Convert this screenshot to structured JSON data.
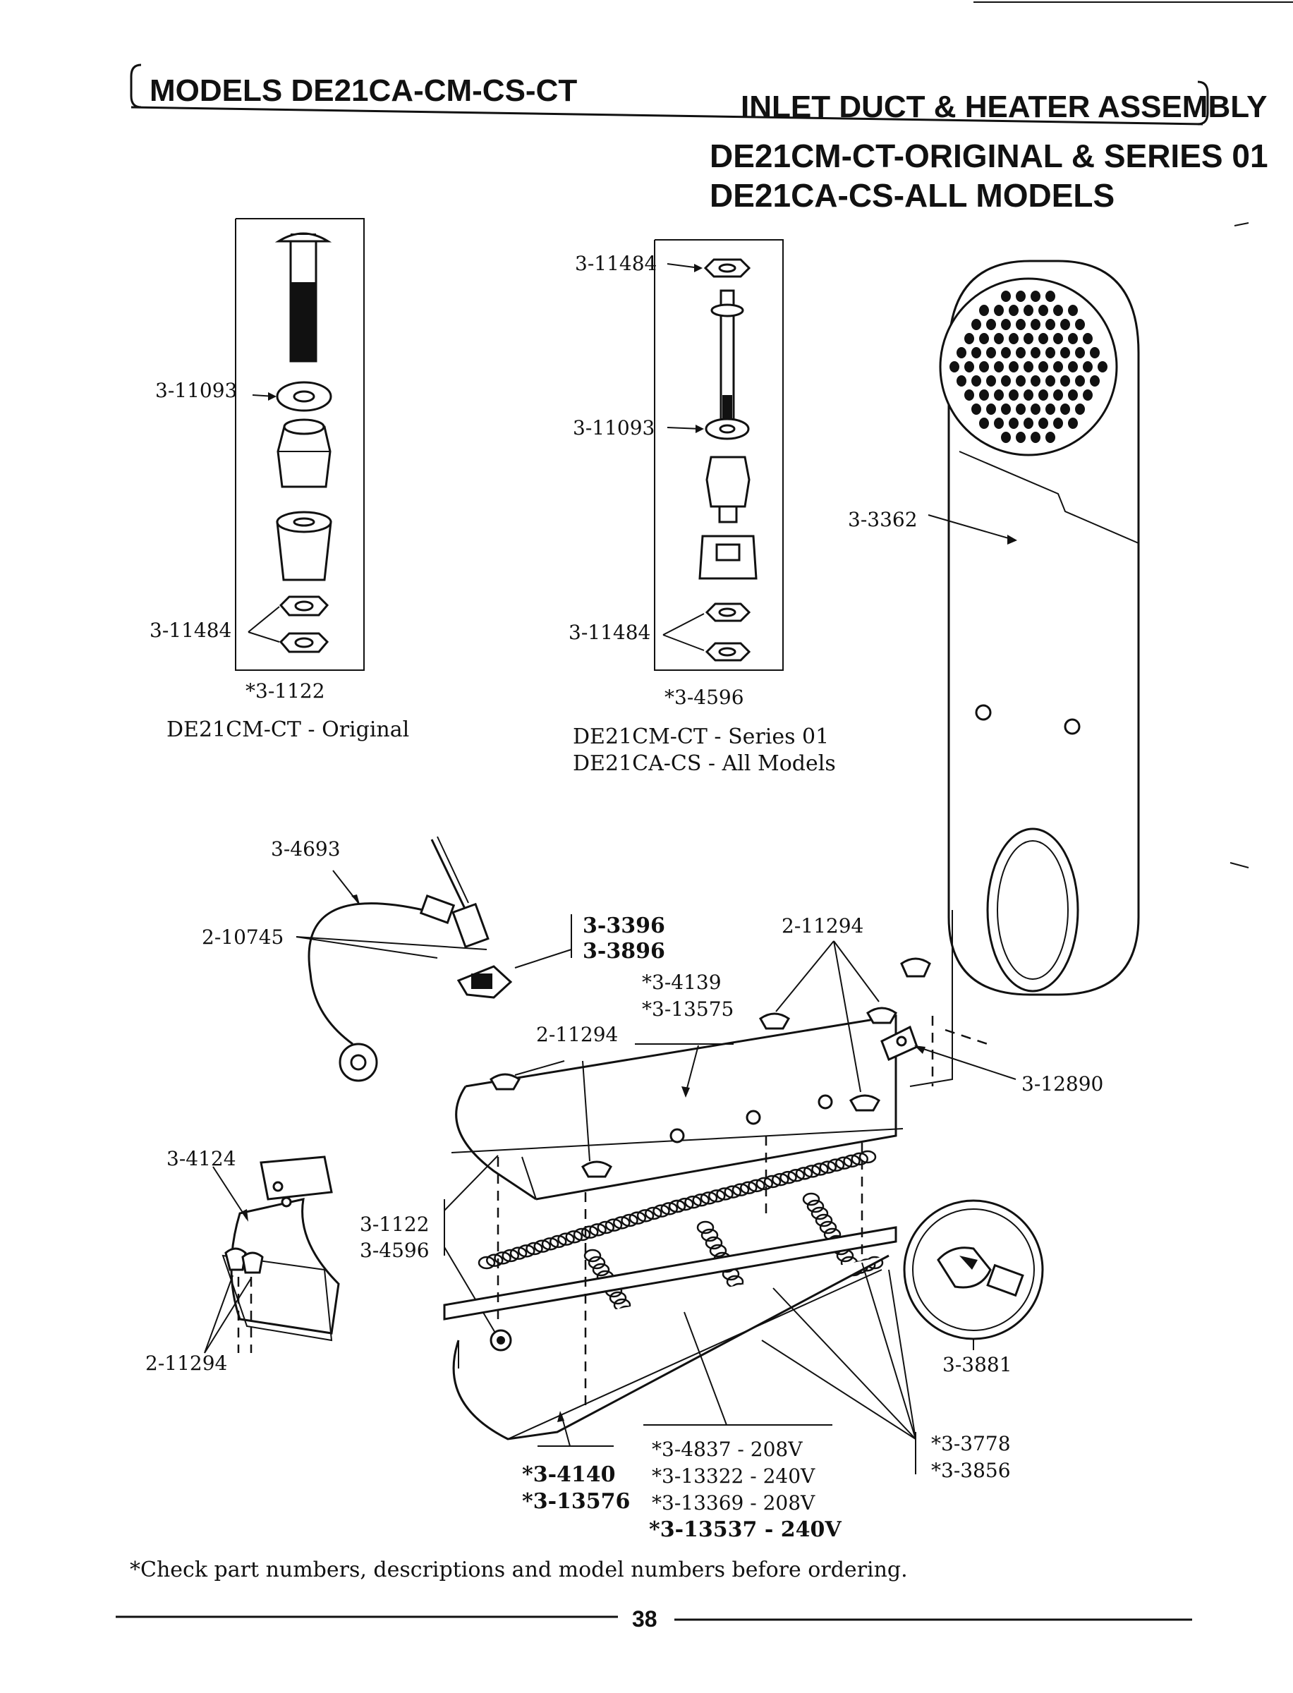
{
  "header": {
    "models_title": "MODELS DE21CA-CM-CS-CT",
    "section_title": "INLET DUCT & HEATER ASSEMBLY",
    "subtitle_line1": "DE21CM-CT-ORIGINAL & SERIES 01",
    "subtitle_line2": "DE21CA-CS-ALL MODELS"
  },
  "left_kit": {
    "kit_number": "*3-1122",
    "caption": "DE21CM-CT - Original",
    "washer_label": "3-11093",
    "nut_label": "3-11484"
  },
  "middle_kit": {
    "kit_number": "*3-4596",
    "caption_line1": "DE21CM-CT - Series 01",
    "caption_line2": "DE21CA-CS - All Models",
    "top_nut_label": "3-11484",
    "washer_label": "3-11093",
    "nut_label": "3-11484"
  },
  "callouts": {
    "duct": "3-3362",
    "ground_wire": "3-4693",
    "terminal": "2-10745",
    "thermostat_a": "3-3396",
    "thermostat_b": "3-3896",
    "cover_a": "*3-4139",
    "cover_b": "*3-13575",
    "screw_right": "2-11294",
    "screw_mid": "2-11294",
    "bracket_right": "3-12890",
    "bracket_left": "3-4124",
    "insulator_a": "3-1122",
    "insulator_b": "3-4596",
    "screw_left": "2-11294",
    "fuse": "3-3881",
    "element_1": "*3-4837 - 208V",
    "element_2": "*3-13322 - 240V",
    "element_3": "*3-13369 - 208V",
    "element_4": "*3-13537 - 240V",
    "housing_a": "*3-4140",
    "housing_b": "*3-13576",
    "clip_a": "*3-3778",
    "clip_b": "*3-3856"
  },
  "footer": {
    "note": "*Check part numbers, descriptions and model numbers before ordering.",
    "page_number": "38"
  }
}
